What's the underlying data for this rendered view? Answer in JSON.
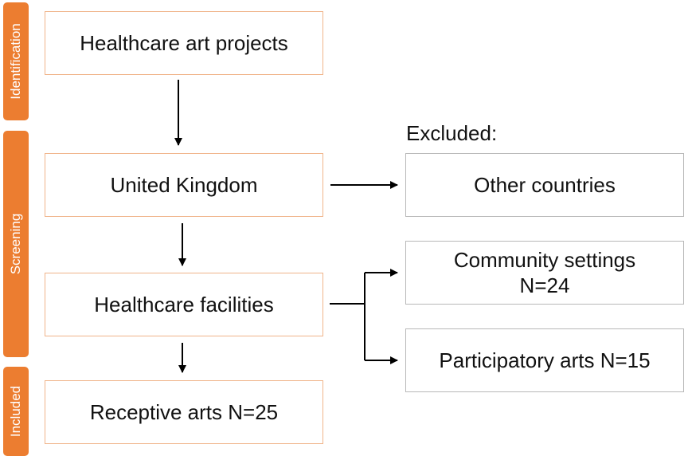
{
  "stages": {
    "identification": "Identification",
    "screening": "Screening",
    "included": "Included"
  },
  "boxes": {
    "healthcare_art_projects": "Healthcare art projects",
    "united_kingdom": "United Kingdom",
    "healthcare_facilities": "Healthcare facilities",
    "receptive_arts": "Receptive arts N=25"
  },
  "excluded": {
    "label": "Excluded:",
    "other_countries": "Other countries",
    "community_settings_line1": "Community settings",
    "community_settings_line2": "N=24",
    "participatory_arts": "Participatory arts N=15"
  },
  "colors": {
    "stage_tab": "#ec7d30",
    "main_box_border": "#f0b48a",
    "excluded_box_border": "#b8b8b8",
    "arrow": "#000000"
  }
}
